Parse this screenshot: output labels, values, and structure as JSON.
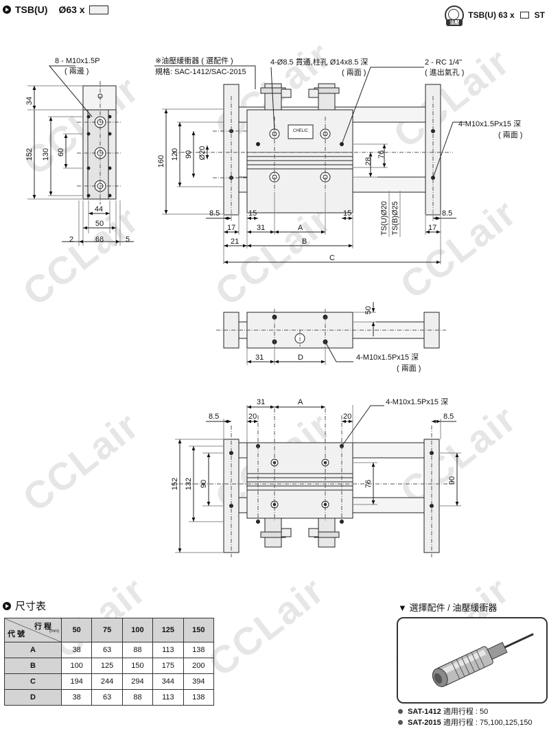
{
  "header": {
    "model_left": "TSB(U)",
    "bore_left": "Ø63 x",
    "model_right": "TSB(U) 63 x",
    "suffix_right": "ST",
    "badge_text": "油壓"
  },
  "callouts": {
    "m10_side": "8 - M10x1.5P",
    "m10_side_note": "( 兩邊 )",
    "buffer_title": "※油壓緩衝器 ( 選配件 )",
    "buffer_spec": "規格: SAC-1412/SAC-2015",
    "hole_spec": "4-Ø8.5 貫通,柱孔 Ø14x8.5 深",
    "hole_note": "( 兩面 )",
    "port": "2 - RC 1/4\"",
    "port_note": "( 進出氣孔 )",
    "m10_right": "4-M10x1.5Px15 深",
    "m10_right_note": "( 兩面 )",
    "m10_mid": "4-M10x1.5Px15 深",
    "m10_mid_note": "( 兩面 )",
    "m10_bottom": "4-M10x1.5Px15  深",
    "plate_text": "CHELIC"
  },
  "dims_side": {
    "d34": "34",
    "d152": "152",
    "d130": "130",
    "d60": "60",
    "d44": "44",
    "d50": "50",
    "d2": "2",
    "d68": "68",
    "d5": "5"
  },
  "dims_front": {
    "d160": "160",
    "d120": "120",
    "d90": "90",
    "dphi20": "Ø20",
    "d28": "28",
    "d76": "76",
    "d8_5l": "8.5",
    "d15l": "15",
    "d15r": "15",
    "d8_5r": "8.5",
    "d17l": "17",
    "d31": "31",
    "dA": "A",
    "d17r": "17",
    "d21": "21",
    "dB": "B",
    "dC": "C",
    "tsu": "TS(U)Ø20",
    "tsb": "TS(B)Ø25"
  },
  "dims_mid": {
    "d50": "50",
    "d31": "31",
    "dD": "D"
  },
  "dims_bottom": {
    "d31": "31",
    "dA": "A",
    "d8_5l": "8.5",
    "d20l": "20",
    "d20r": "20",
    "d8_5r": "8.5",
    "d152": "152",
    "d132": "132",
    "d90": "90",
    "d76": "76",
    "d90r": "90"
  },
  "table": {
    "title": "尺寸表",
    "corner_top": "行 程",
    "corner_unit": "(mm)",
    "corner_bottom": "代 號",
    "columns": [
      "50",
      "75",
      "100",
      "125",
      "150"
    ],
    "rows": [
      {
        "code": "A",
        "values": [
          "38",
          "63",
          "88",
          "113",
          "138"
        ]
      },
      {
        "code": "B",
        "values": [
          "100",
          "125",
          "150",
          "175",
          "200"
        ]
      },
      {
        "code": "C",
        "values": [
          "194",
          "244",
          "294",
          "344",
          "394"
        ]
      },
      {
        "code": "D",
        "values": [
          "38",
          "63",
          "88",
          "113",
          "138"
        ]
      }
    ]
  },
  "accessory": {
    "title": "▼ 選擇配件 / 油壓緩衝器",
    "items": [
      {
        "model": "SAT-1412",
        "label": "適用行程 :",
        "strokes": "50"
      },
      {
        "model": "SAT-2015",
        "label": "適用行程 :",
        "strokes": "75,100,125,150"
      }
    ]
  },
  "watermark": "CCLair"
}
